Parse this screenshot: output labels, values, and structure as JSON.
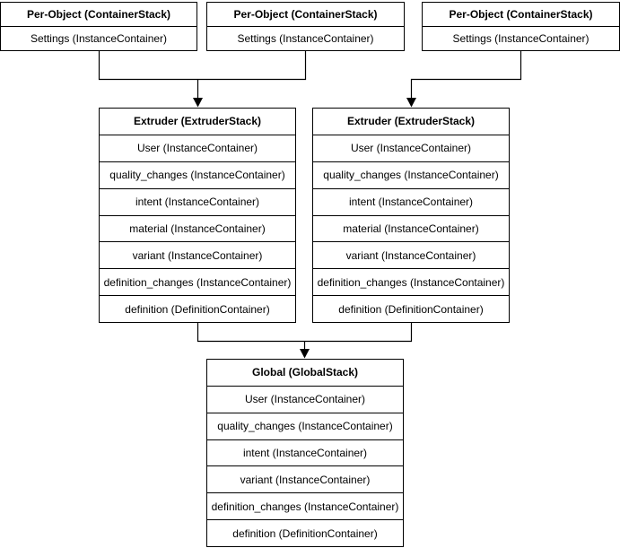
{
  "colors": {
    "background": "#ffffff",
    "node_fill": "#ffffff",
    "line": "#000000",
    "text": "#000000"
  },
  "boxes": {
    "per_object_1": {
      "title": "Per-Object (ContainerStack)",
      "rows": [
        "Settings (InstanceContainer)"
      ]
    },
    "per_object_2": {
      "title": "Per-Object (ContainerStack)",
      "rows": [
        "Settings (InstanceContainer)"
      ]
    },
    "per_object_3": {
      "title": "Per-Object (ContainerStack)",
      "rows": [
        "Settings (InstanceContainer)"
      ]
    },
    "extruder_1": {
      "title": "Extruder (ExtruderStack)",
      "rows": [
        "User (InstanceContainer)",
        "quality_changes (InstanceContainer)",
        "intent (InstanceContainer)",
        "material (InstanceContainer)",
        "variant (InstanceContainer)",
        "definition_changes (InstanceContainer)",
        "definition (DefinitionContainer)"
      ]
    },
    "extruder_2": {
      "title": "Extruder (ExtruderStack)",
      "rows": [
        "User (InstanceContainer)",
        "quality_changes (InstanceContainer)",
        "intent (InstanceContainer)",
        "material (InstanceContainer)",
        "variant (InstanceContainer)",
        "definition_changes (InstanceContainer)",
        "definition (DefinitionContainer)"
      ]
    },
    "global": {
      "title": "Global (GlobalStack)",
      "rows": [
        "User (InstanceContainer)",
        "quality_changes (InstanceContainer)",
        "intent (InstanceContainer)",
        "variant (InstanceContainer)",
        "definition_changes (InstanceContainer)",
        "definition (DefinitionContainer)"
      ]
    }
  }
}
